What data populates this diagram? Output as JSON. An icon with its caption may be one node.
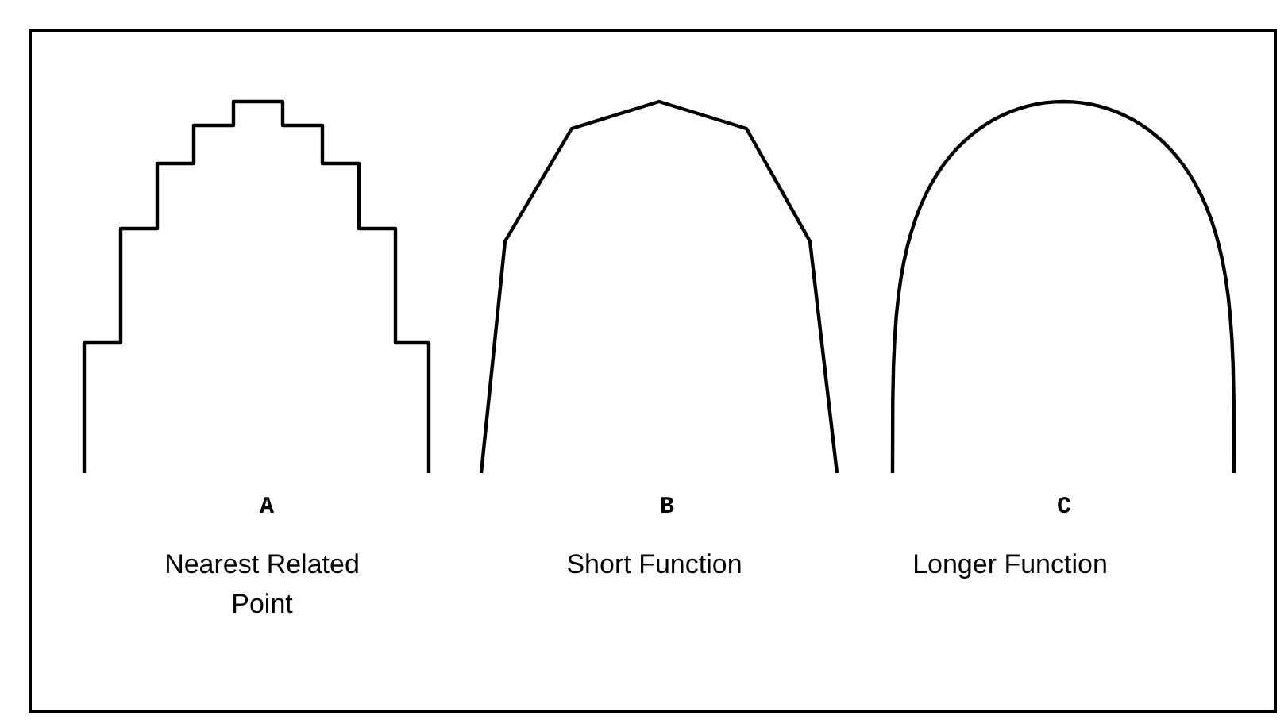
{
  "diagram": {
    "labels": [
      "A",
      "B",
      "C",
      "Nearest Related Point",
      "Short Function",
      "Longer Function"
    ]
  }
}
